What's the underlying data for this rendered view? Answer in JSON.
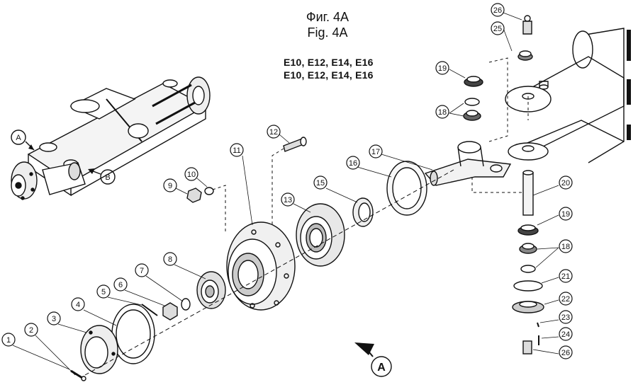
{
  "figure": {
    "title_ru": "Фиг. 4А",
    "title_en": "Fig. 4A",
    "models_line1": "E10, E12, E14, E16",
    "models_line2": "E10, E12, E14, E16"
  },
  "letters": {
    "view_a_top": "A",
    "view_b": "B",
    "view_a_arrow": "A"
  },
  "parts": [
    {
      "label": "1"
    },
    {
      "label": "2"
    },
    {
      "label": "3"
    },
    {
      "label": "4"
    },
    {
      "label": "5"
    },
    {
      "label": "6"
    },
    {
      "label": "7"
    },
    {
      "label": "8"
    },
    {
      "label": "9"
    },
    {
      "label": "10"
    },
    {
      "label": "11"
    },
    {
      "label": "12"
    },
    {
      "label": "13"
    },
    {
      "label": "15"
    },
    {
      "label": "16"
    },
    {
      "label": "17"
    },
    {
      "label": "18"
    },
    {
      "label": "19"
    },
    {
      "label": "25"
    },
    {
      "label": "26"
    },
    {
      "label": "20"
    },
    {
      "label": "19"
    },
    {
      "label": "18"
    },
    {
      "label": "21"
    },
    {
      "label": "22"
    },
    {
      "label": "23"
    },
    {
      "label": "24"
    },
    {
      "label": "26"
    }
  ]
}
